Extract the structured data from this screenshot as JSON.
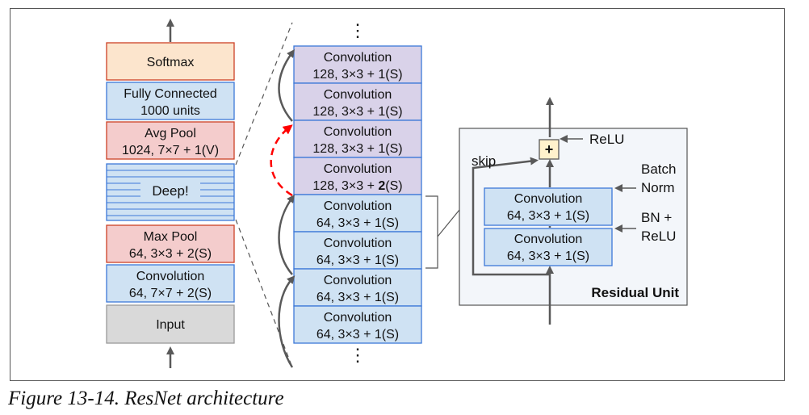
{
  "colors": {
    "softmax": "#fce5cd",
    "fc": "#cfe2f3",
    "pool": "#f4cccc",
    "deep": "#cfe2f3",
    "conv_blue": "#cfe2f3",
    "conv_purple": "#d9d2e9",
    "border_blue": "#3c78d8",
    "border_red": "#cc4125",
    "input": "#d9d9d9",
    "plus": "#fff2cc",
    "skip_red": "#ff0000",
    "arrow": "#595959"
  },
  "left_stack": {
    "softmax": "Softmax",
    "fc": {
      "line1": "Fully Connected",
      "line2": "1000 units"
    },
    "avgpool": {
      "line1": "Avg Pool",
      "line2": "1024, 7×7 + 1(V)"
    },
    "deep": "Deep!",
    "maxpool": {
      "line1": "Max Pool",
      "line2": "64, 3×3 + 2(S)"
    },
    "conv": {
      "line1": "Convolution",
      "line2": "64, 7×7 + 2(S)"
    },
    "input": "Input"
  },
  "middle_stack": {
    "dots_top": "⋮",
    "dots_bottom": "⋮",
    "layers": [
      {
        "line1": "Convolution",
        "line2": "128, 3×3 + 1(S)"
      },
      {
        "line1": "Convolution",
        "line2": "128, 3×3 + 1(S)"
      },
      {
        "line1": "Convolution",
        "line2": "128, 3×3 + 1(S)"
      },
      {
        "line1": "Convolution",
        "line2_prefix": "128, 3×3 + ",
        "line2_bold": "2",
        "line2_suffix": "(S)"
      },
      {
        "line1": "Convolution",
        "line2": "64, 3×3 + 1(S)"
      },
      {
        "line1": "Convolution",
        "line2": "64, 3×3 + 1(S)"
      },
      {
        "line1": "Convolution",
        "line2": "64, 3×3 + 1(S)"
      },
      {
        "line1": "Convolution",
        "line2": "64, 3×3 + 1(S)"
      }
    ]
  },
  "residual_unit": {
    "title": "Residual Unit",
    "relu": "ReLU",
    "skip": "skip",
    "plus": "+",
    "batch_norm": {
      "line1": "Batch",
      "line2": "Norm"
    },
    "bn_relu": {
      "line1": "BN +",
      "line2": "ReLU"
    },
    "conv_top": {
      "line1": "Convolution",
      "line2": "64, 3×3 + 1(S)"
    },
    "conv_bottom": {
      "line1": "Convolution",
      "line2": "64, 3×3 + 1(S)"
    }
  },
  "caption": "Figure 13-14. ResNet architecture"
}
